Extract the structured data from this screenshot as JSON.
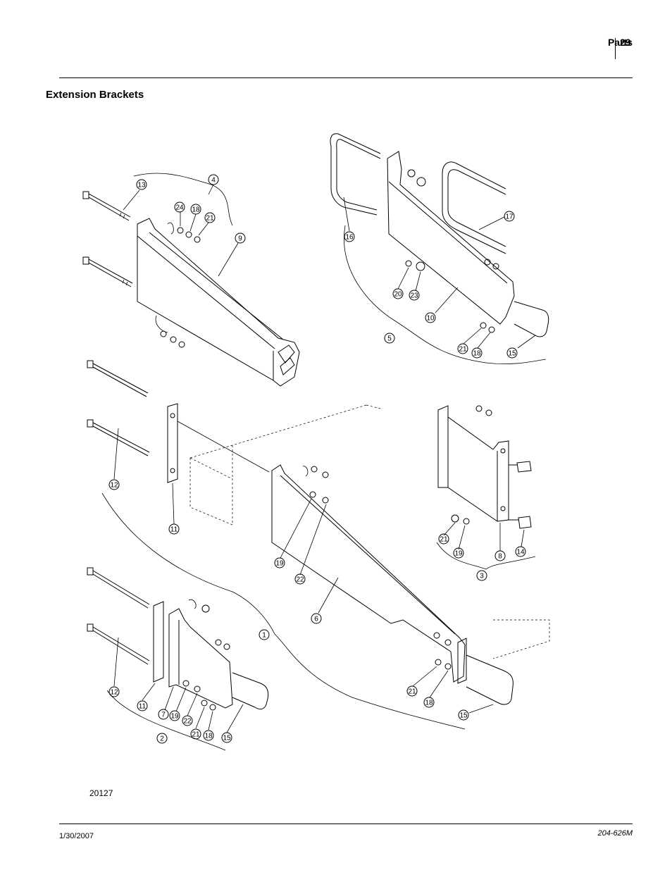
{
  "header": {
    "section": "Parts",
    "page": "29"
  },
  "title": "Extension Brackets",
  "figure_id": "20127",
  "footer": {
    "date": "1/30/2007",
    "doc_number": "204-626M"
  },
  "callouts": [
    {
      "id": "c13a",
      "label": "13"
    },
    {
      "id": "c4",
      "label": "4"
    },
    {
      "id": "c24",
      "label": "24"
    },
    {
      "id": "c18a",
      "label": "18"
    },
    {
      "id": "c21a",
      "label": "21"
    },
    {
      "id": "c9",
      "label": "9"
    },
    {
      "id": "c16",
      "label": "16"
    },
    {
      "id": "c17",
      "label": "17"
    },
    {
      "id": "c20",
      "label": "20"
    },
    {
      "id": "c23",
      "label": "23"
    },
    {
      "id": "c10",
      "label": "10"
    },
    {
      "id": "c5",
      "label": "5"
    },
    {
      "id": "c21b",
      "label": "21"
    },
    {
      "id": "c18b",
      "label": "18"
    },
    {
      "id": "c15a",
      "label": "15"
    },
    {
      "id": "c12a",
      "label": "12"
    },
    {
      "id": "c11a",
      "label": "11"
    },
    {
      "id": "c19a",
      "label": "19"
    },
    {
      "id": "c22a",
      "label": "22"
    },
    {
      "id": "c6",
      "label": "6"
    },
    {
      "id": "c1",
      "label": "1"
    },
    {
      "id": "c21c",
      "label": "21"
    },
    {
      "id": "c19b",
      "label": "19"
    },
    {
      "id": "c8",
      "label": "8"
    },
    {
      "id": "c14",
      "label": "14"
    },
    {
      "id": "c3",
      "label": "3"
    },
    {
      "id": "c12b",
      "label": "12"
    },
    {
      "id": "c11b",
      "label": "11"
    },
    {
      "id": "c7",
      "label": "7"
    },
    {
      "id": "c19c",
      "label": "19"
    },
    {
      "id": "c22b",
      "label": "22"
    },
    {
      "id": "c21d",
      "label": "21"
    },
    {
      "id": "c18c",
      "label": "18"
    },
    {
      "id": "c15b",
      "label": "15"
    },
    {
      "id": "c2",
      "label": "2"
    },
    {
      "id": "c21e",
      "label": "21"
    },
    {
      "id": "c18d",
      "label": "18"
    },
    {
      "id": "c15c",
      "label": "15"
    }
  ]
}
